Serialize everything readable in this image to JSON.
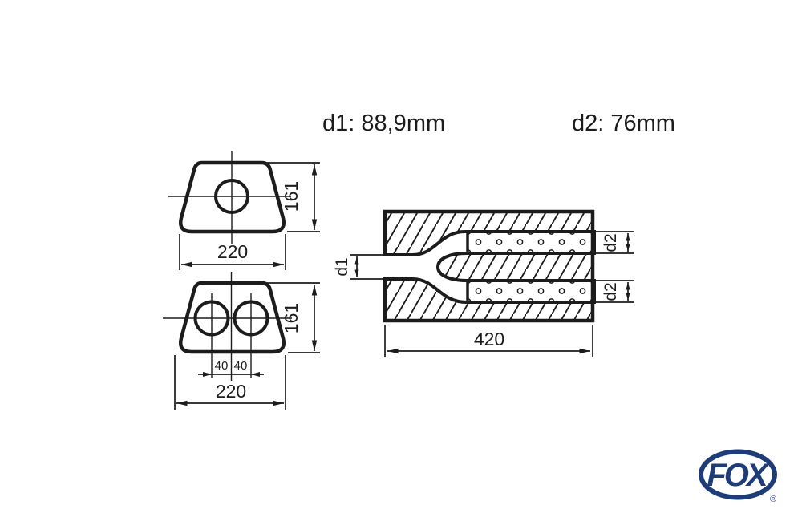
{
  "header": {
    "d1_label": "d1: 88,9mm",
    "d2_label": "d2: 76mm"
  },
  "single_outlet_view": {
    "width": "220",
    "height": "161"
  },
  "dual_outlet_view": {
    "width": "220",
    "height": "161",
    "spacing_left": "40",
    "spacing_right": "40"
  },
  "section_view": {
    "length": "420",
    "inlet_diameter_label": "d1",
    "outlet_top_label": "d2",
    "outlet_bottom_label": "d2"
  },
  "logo": {
    "brand": "FOX",
    "registered": "®"
  },
  "colors": {
    "line": "#1c1c1c",
    "logo_blue": "#1e3c78",
    "background": "#ffffff"
  }
}
